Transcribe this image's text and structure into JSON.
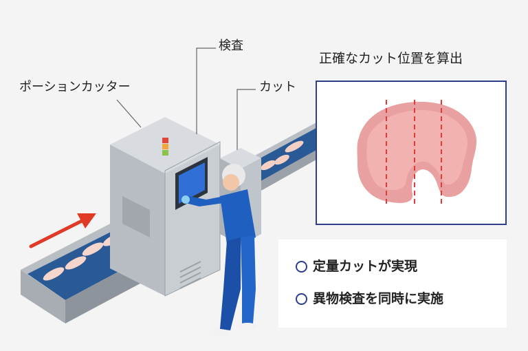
{
  "labels": {
    "portion_cutter": "ポーションカッター",
    "inspection": "検査",
    "cut": "カット",
    "calc_title": "正確なカット位置を算出"
  },
  "features": [
    "定量カットが実現",
    "異物検査を同時に実施"
  ],
  "colors": {
    "background": "#f4f4f4",
    "frame": "#2d3e8e",
    "cut_line": "#e23a3a",
    "arrow": "#e03a26",
    "machine": "#c3c8ce",
    "conveyor": "#2a5a95",
    "worker": "#1f5fbf",
    "screen": "#2f6fd6"
  }
}
